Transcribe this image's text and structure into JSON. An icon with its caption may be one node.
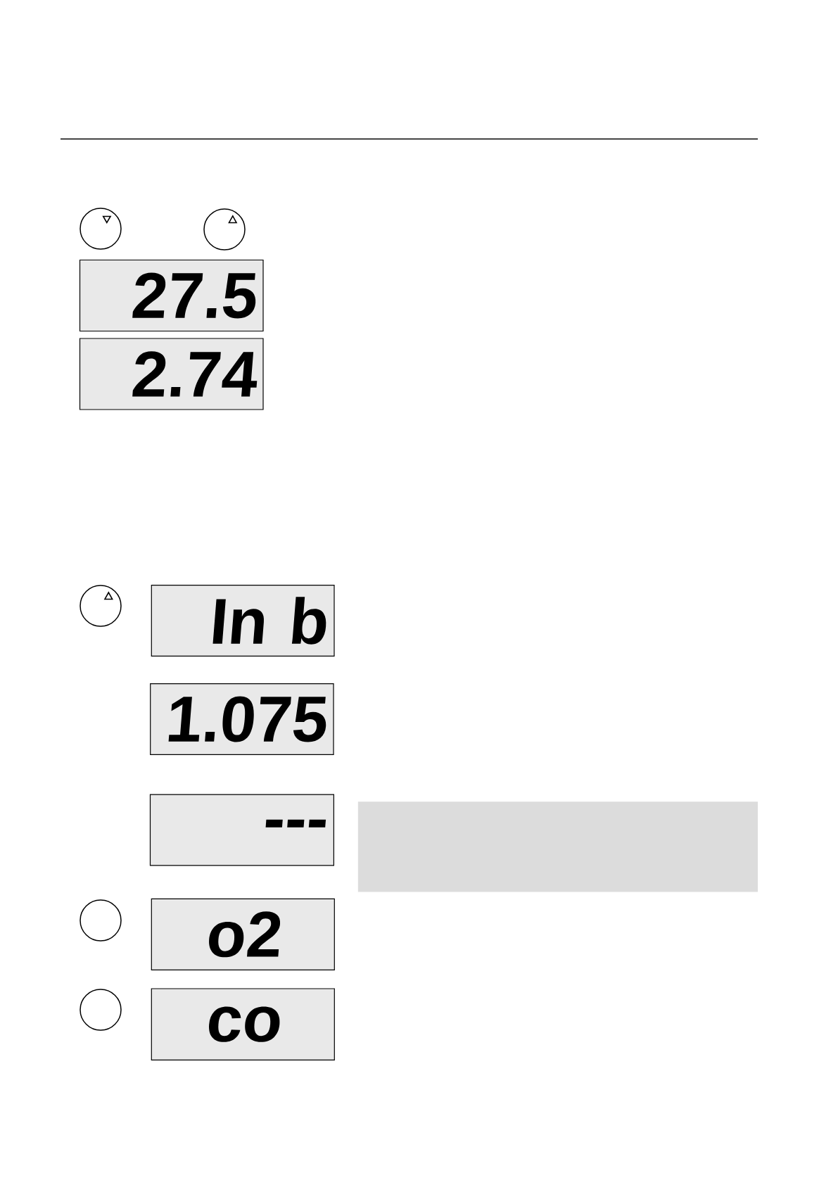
{
  "diagram": {
    "nodes": [
      {
        "text": [],
        "shape": "circle"
      },
      {
        "text": [],
        "shape": "circle"
      },
      {
        "text": [
          "27.5"
        ]
      },
      {
        "text": [
          "2.74"
        ]
      },
      {
        "text": [],
        "shape": "circle"
      },
      {
        "text": [
          "In b"
        ]
      },
      {
        "text": [
          "1.075"
        ]
      },
      {
        "text": [
          "---"
        ]
      },
      {
        "text": [],
        "shape": "box"
      },
      {
        "text": [],
        "shape": "circle"
      },
      {
        "text": [
          "o2"
        ]
      },
      {
        "text": [],
        "shape": "circle"
      },
      {
        "text": [
          "co"
        ]
      }
    ]
  }
}
